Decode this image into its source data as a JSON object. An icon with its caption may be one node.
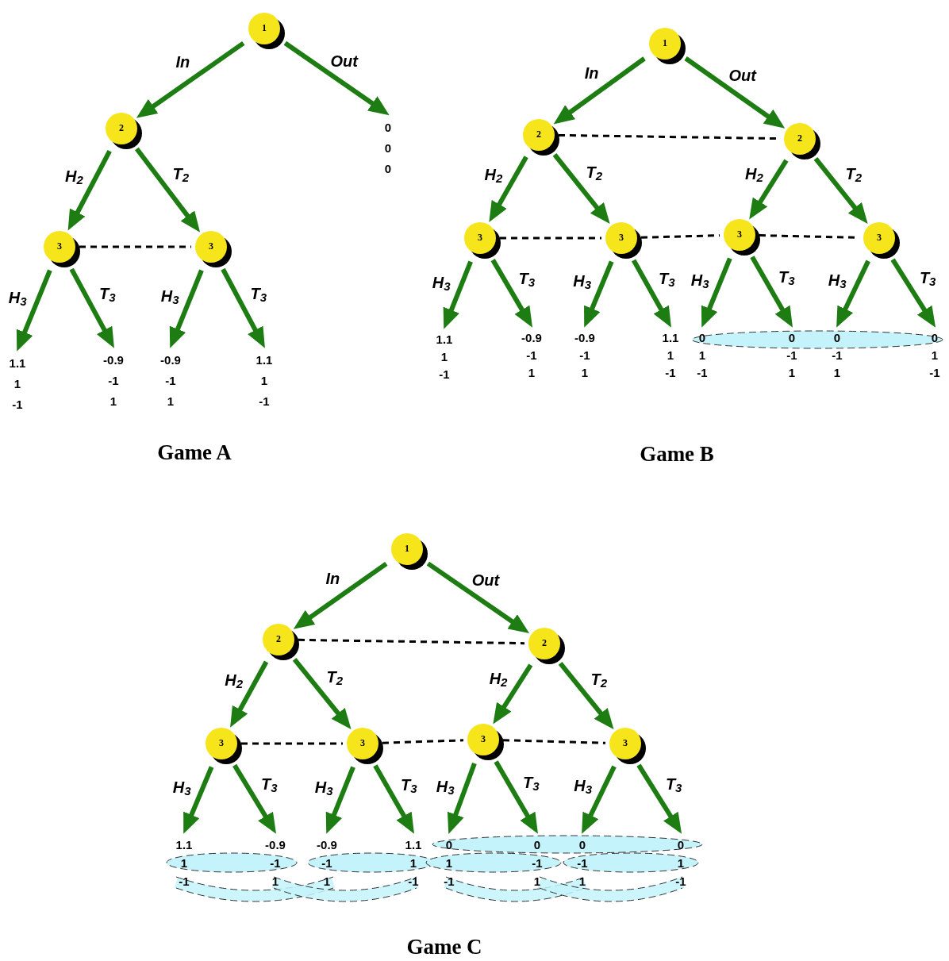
{
  "diagram": {
    "nodes": [
      {
        "text": [
          "1"
        ]
      },
      {
        "text": [
          "2"
        ]
      },
      {
        "text": [
          "0",
          "0",
          "0"
        ]
      },
      {
        "text": [
          "3"
        ]
      },
      {
        "text": [
          "3"
        ]
      },
      {
        "text": [
          "1.1",
          "1",
          "-1"
        ]
      },
      {
        "text": [
          "-0.9",
          "-1",
          "1"
        ]
      },
      {
        "text": [
          "-0.9",
          "-1",
          "1"
        ]
      },
      {
        "text": [
          "1.1",
          "1",
          "-1"
        ]
      },
      {
        "text": [
          "1"
        ]
      },
      {
        "text": [
          "2"
        ]
      },
      {
        "text": [
          "2"
        ]
      },
      {
        "text": [
          "3"
        ]
      },
      {
        "text": [
          "3"
        ]
      },
      {
        "text": [
          "3"
        ]
      },
      {
        "text": [
          "3"
        ]
      },
      {
        "text": [
          "1.1",
          "1",
          "-1"
        ]
      },
      {
        "text": [
          "-0.9",
          "-1",
          "1"
        ]
      },
      {
        "text": [
          "-0.9",
          "-1",
          "1"
        ]
      },
      {
        "text": [
          "1.1",
          "1",
          "-1"
        ]
      },
      {
        "text": [
          "0",
          "1",
          "-1"
        ]
      },
      {
        "text": [
          "0",
          "-1",
          "1"
        ]
      },
      {
        "text": [
          "0",
          "-1",
          "1"
        ]
      },
      {
        "text": [
          "0",
          "1",
          "-1"
        ]
      },
      {
        "text": [
          "1"
        ]
      },
      {
        "text": [
          "2"
        ]
      },
      {
        "text": [
          "2"
        ]
      },
      {
        "text": [
          "3"
        ]
      },
      {
        "text": [
          "3"
        ]
      },
      {
        "text": [
          "3"
        ]
      },
      {
        "text": [
          "3"
        ]
      },
      {
        "text": [
          "1.1",
          "1",
          "-1"
        ]
      },
      {
        "text": [
          "-0.9",
          "-1",
          "1"
        ]
      },
      {
        "text": [
          "-0.9",
          "-1",
          "1"
        ]
      },
      {
        "text": [
          "1.1",
          "1",
          "-1"
        ]
      },
      {
        "text": [
          "0",
          "1",
          "-1"
        ]
      },
      {
        "text": [
          "0",
          "-1",
          "1"
        ]
      },
      {
        "text": [
          "0",
          "-1",
          "1"
        ]
      },
      {
        "text": [
          "0",
          "1",
          "-1"
        ]
      }
    ],
    "edges": [
      {
        "from": 0,
        "to": 1,
        "arrow": "to",
        "label": "In"
      },
      {
        "from": 0,
        "to": 2,
        "arrow": "to",
        "label": "Out"
      },
      {
        "from": 1,
        "to": 3,
        "arrow": "to",
        "label": "H$_{2}$"
      },
      {
        "from": 1,
        "to": 4,
        "arrow": "to",
        "label": "T$_{2}$"
      },
      {
        "from": 3,
        "to": 4,
        "arrow": "none",
        "style": "dashed",
        "color": "#000000"
      },
      {
        "from": 3,
        "to": 5,
        "arrow": "to",
        "label": "H$_{3}$"
      },
      {
        "from": 3,
        "to": 6,
        "arrow": "to",
        "label": "T$_{3}$"
      },
      {
        "from": 4,
        "to": 7,
        "arrow": "to",
        "label": "H$_{3}$"
      },
      {
        "from": 4,
        "to": 8,
        "arrow": "to",
        "label": "T$_{3}$"
      },
      {
        "from": 9,
        "to": 10,
        "arrow": "to",
        "label": "In"
      },
      {
        "from": 9,
        "to": 11,
        "arrow": "to",
        "label": "Out"
      },
      {
        "from": 10,
        "to": 11,
        "arrow": "none",
        "style": "dashed",
        "color": "#000000"
      },
      {
        "from": 10,
        "to": 12,
        "arrow": "to",
        "label": "H$_{2}$"
      },
      {
        "from": 10,
        "to": 13,
        "arrow": "to",
        "label": "T$_{2}$"
      },
      {
        "from": 11,
        "to": 14,
        "arrow": "to",
        "label": "H$_{2}$"
      },
      {
        "from": 11,
        "to": 15,
        "arrow": "to",
        "label": "T$_{2}$"
      },
      {
        "from": 12,
        "to": 13,
        "arrow": "none",
        "style": "dashed",
        "color": "#000000"
      },
      {
        "from": 13,
        "to": 14,
        "arrow": "none",
        "style": "dashed",
        "color": "#000000"
      },
      {
        "from": 14,
        "to": 15,
        "arrow": "none",
        "style": "dashed",
        "color": "#000000"
      },
      {
        "from": 12,
        "to": 16,
        "arrow": "to",
        "label": "H$_{3}$"
      },
      {
        "from": 12,
        "to": 17,
        "arrow": "to",
        "label": "T$_{3}$"
      },
      {
        "from": 13,
        "to": 18,
        "arrow": "to",
        "label": "H$_{3}$"
      },
      {
        "from": 13,
        "to": 19,
        "arrow": "to",
        "label": "T$_{3}$"
      },
      {
        "from": 14,
        "to": 20,
        "arrow": "to",
        "label": "H$_{3}$"
      },
      {
        "from": 14,
        "to": 21,
        "arrow": "to",
        "label": "T$_{3}$"
      },
      {
        "from": 15,
        "to": 22,
        "arrow": "to",
        "label": "H$_{3}$"
      },
      {
        "from": 15,
        "to": 23,
        "arrow": "to",
        "label": "T$_{3}$"
      },
      {
        "from": 24,
        "to": 25,
        "arrow": "to",
        "label": "In"
      },
      {
        "from": 24,
        "to": 26,
        "arrow": "to",
        "label": "Out"
      },
      {
        "from": 25,
        "to": 26,
        "arrow": "none",
        "style": "dashed",
        "color": "#000000"
      },
      {
        "from": 25,
        "to": 27,
        "arrow": "to",
        "label": "H$_{2}$"
      },
      {
        "from": 25,
        "to": 28,
        "arrow": "to",
        "label": "T$_{2}$"
      },
      {
        "from": 26,
        "to": 29,
        "arrow": "to",
        "label": "H$_{2}$"
      },
      {
        "from": 26,
        "to": 30,
        "arrow": "to",
        "label": "T$_{2}$"
      },
      {
        "from": 27,
        "to": 28,
        "arrow": "none",
        "style": "dashed",
        "color": "#000000"
      },
      {
        "from": 28,
        "to": 29,
        "arrow": "none",
        "style": "dashed",
        "color": "#000000"
      },
      {
        "from": 29,
        "to": 30,
        "arrow": "none",
        "style": "dashed",
        "color": "#000000"
      },
      {
        "from": 27,
        "to": 31,
        "arrow": "to",
        "label": "H$_{3}$"
      },
      {
        "from": 27,
        "to": 32,
        "arrow": "to",
        "label": "T$_{3}$"
      },
      {
        "from": 28,
        "to": 33,
        "arrow": "to",
        "label": "H$_{3}$"
      },
      {
        "from": 28,
        "to": 34,
        "arrow": "to",
        "label": "T$_{3}$"
      },
      {
        "from": 29,
        "to": 35,
        "arrow": "to",
        "label": "H$_{3}$"
      },
      {
        "from": 29,
        "to": 36,
        "arrow": "to",
        "label": "T$_{3}$"
      },
      {
        "from": 30,
        "to": 37,
        "arrow": "to",
        "label": "H$_{3}$"
      },
      {
        "from": 30,
        "to": 38,
        "arrow": "to",
        "label": "T$_{3}$"
      }
    ],
    "labels": [
      "Game A",
      "Game B",
      "Game C"
    ]
  }
}
